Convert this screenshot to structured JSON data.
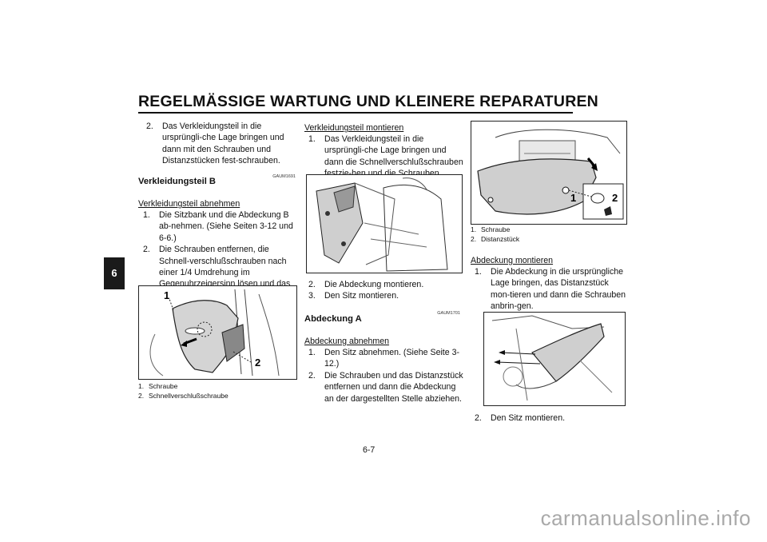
{
  "header": {
    "title": "REGELMÄSSIGE WARTUNG UND KLEINERE REPARATUREN",
    "chapter_tab": "6"
  },
  "col1": {
    "intro_items": [
      {
        "num": "2.",
        "text": "Das Verkleidungsteil in die ursprüngli-che Lage bringen und dann mit den Schrauben und Distanzstücken fest-schrauben."
      }
    ],
    "section_code": "GAUM1691",
    "section_title": "Verkleidungsteil B",
    "subhead": "Verkleidungsteil abnehmen",
    "items": [
      {
        "num": "1.",
        "text": "Die Sitzbank und die Abdeckung B ab-nehmen. (Siehe Seiten 3-12 und 6-6.)"
      },
      {
        "num": "2.",
        "text": "Die Schrauben entfernen, die Schnell-verschlußschrauben nach einer 1/4 Umdrehung im Gegenuhrzeigersinn lösen und das Verkleidungsteil vom dargestellten Bereich abziehen."
      }
    ],
    "figure": {
      "label_1": "1",
      "label_2": "2"
    },
    "captions": [
      {
        "num": "1.",
        "text": "Schraube"
      },
      {
        "num": "2.",
        "text": "Schnellverschlußschraube"
      }
    ]
  },
  "col2": {
    "subhead": "Verkleidungsteil montieren",
    "items": [
      {
        "num": "1.",
        "text": "Das Verkleidungsteil in die ursprüngli-che Lage bringen und dann die Schnellverschlußschrauben festzie-hen und die Schrauben anbringen."
      },
      {
        "num": "2.",
        "text": "Die Abdeckung montieren."
      },
      {
        "num": "3.",
        "text": "Den Sitz montieren."
      }
    ],
    "section_code": "GAUM1701",
    "section_title": "Abdeckung A",
    "subhead2": "Abdeckung abnehmen",
    "items2": [
      {
        "num": "1.",
        "text": "Den Sitz abnehmen. (Siehe Seite 3-12.)"
      },
      {
        "num": "2.",
        "text": "Die Schrauben und das Distanzstück entfernen und dann die Abdeckung an der dargestellten Stelle abziehen."
      }
    ]
  },
  "col3": {
    "figure": {
      "label_1": "1",
      "label_2": "2"
    },
    "captions": [
      {
        "num": "1.",
        "text": "Schraube"
      },
      {
        "num": "2.",
        "text": "Distanzstück"
      }
    ],
    "subhead": "Abdeckung montieren",
    "items": [
      {
        "num": "1.",
        "text": "Die Abdeckung in die ursprüngliche Lage bringen, das Distanzstück mon-tieren und dann die Schrauben anbrin-gen."
      }
    ],
    "items2": [
      {
        "num": "2.",
        "text": "Den Sitz montieren."
      }
    ]
  },
  "footer": {
    "page_number": "6-7",
    "watermark": "carmanualsonline.info"
  }
}
